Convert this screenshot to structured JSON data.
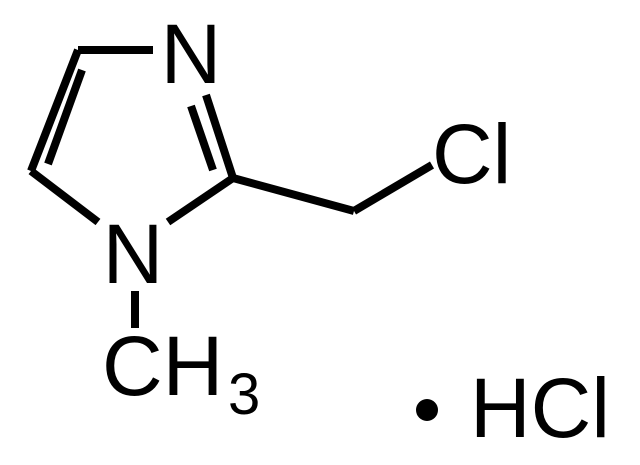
{
  "molecule": {
    "atoms": {
      "ring_n_top": "N",
      "ring_n_methyl": "N",
      "chlorine": "Cl",
      "methyl_c": "CH",
      "methyl_subscript": "3"
    },
    "salt": {
      "separator": "•",
      "formula": "HCl"
    }
  },
  "colors": {
    "ink": "#000000",
    "background": "#ffffff"
  }
}
